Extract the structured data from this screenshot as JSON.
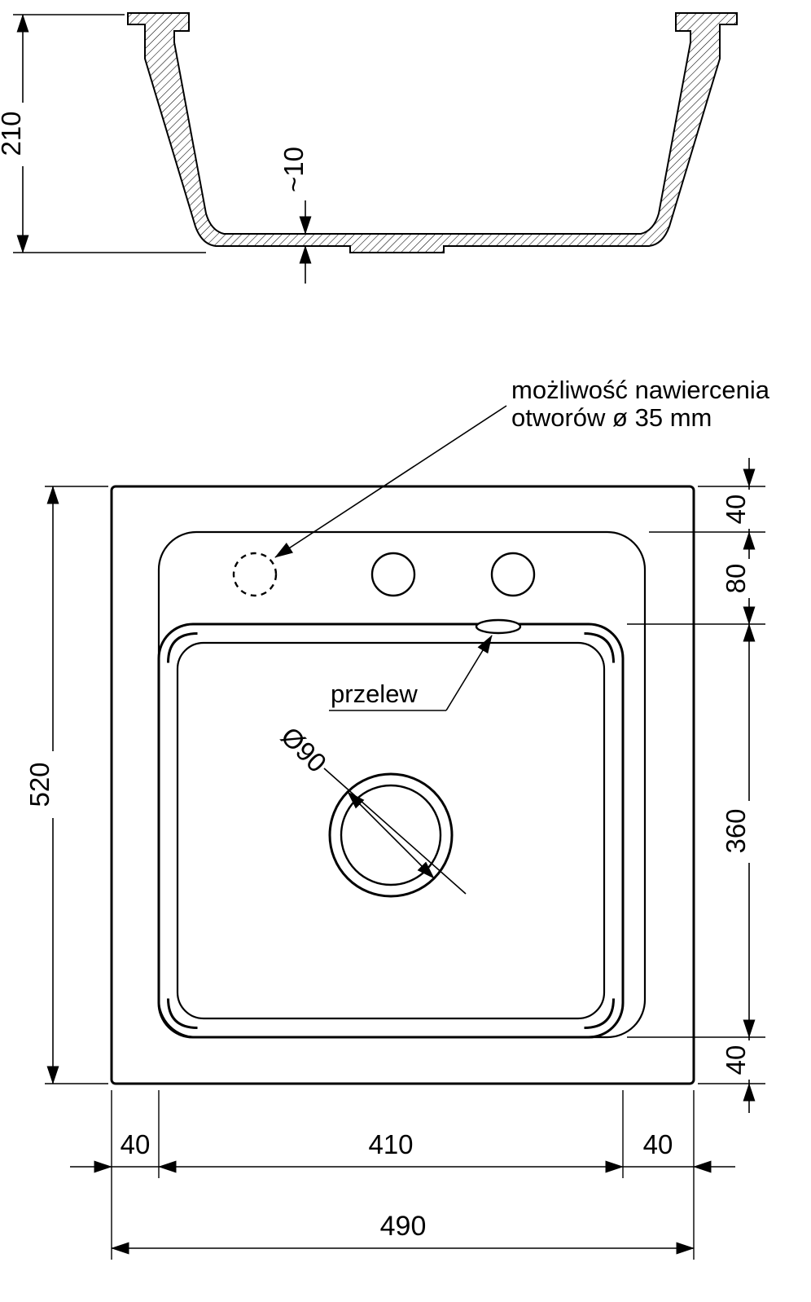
{
  "colors": {
    "line": "#000000",
    "background": "#ffffff"
  },
  "section_view": {
    "depth_mm": "210",
    "base_thickness_mm": "~10"
  },
  "plan_view": {
    "drill_note_line1": "możliwość nawiercenia",
    "drill_note_line2": "otworów ø 35 mm",
    "overflow_label": "przelew",
    "drain_label": "Ø90"
  },
  "dimensions": {
    "total_height": "520",
    "top_margin": "40",
    "deck_height": "80",
    "bowl_length": "360",
    "bottom_margin": "40",
    "left_margin": "40",
    "bowl_width": "410",
    "right_margin": "40",
    "total_width": "490"
  }
}
